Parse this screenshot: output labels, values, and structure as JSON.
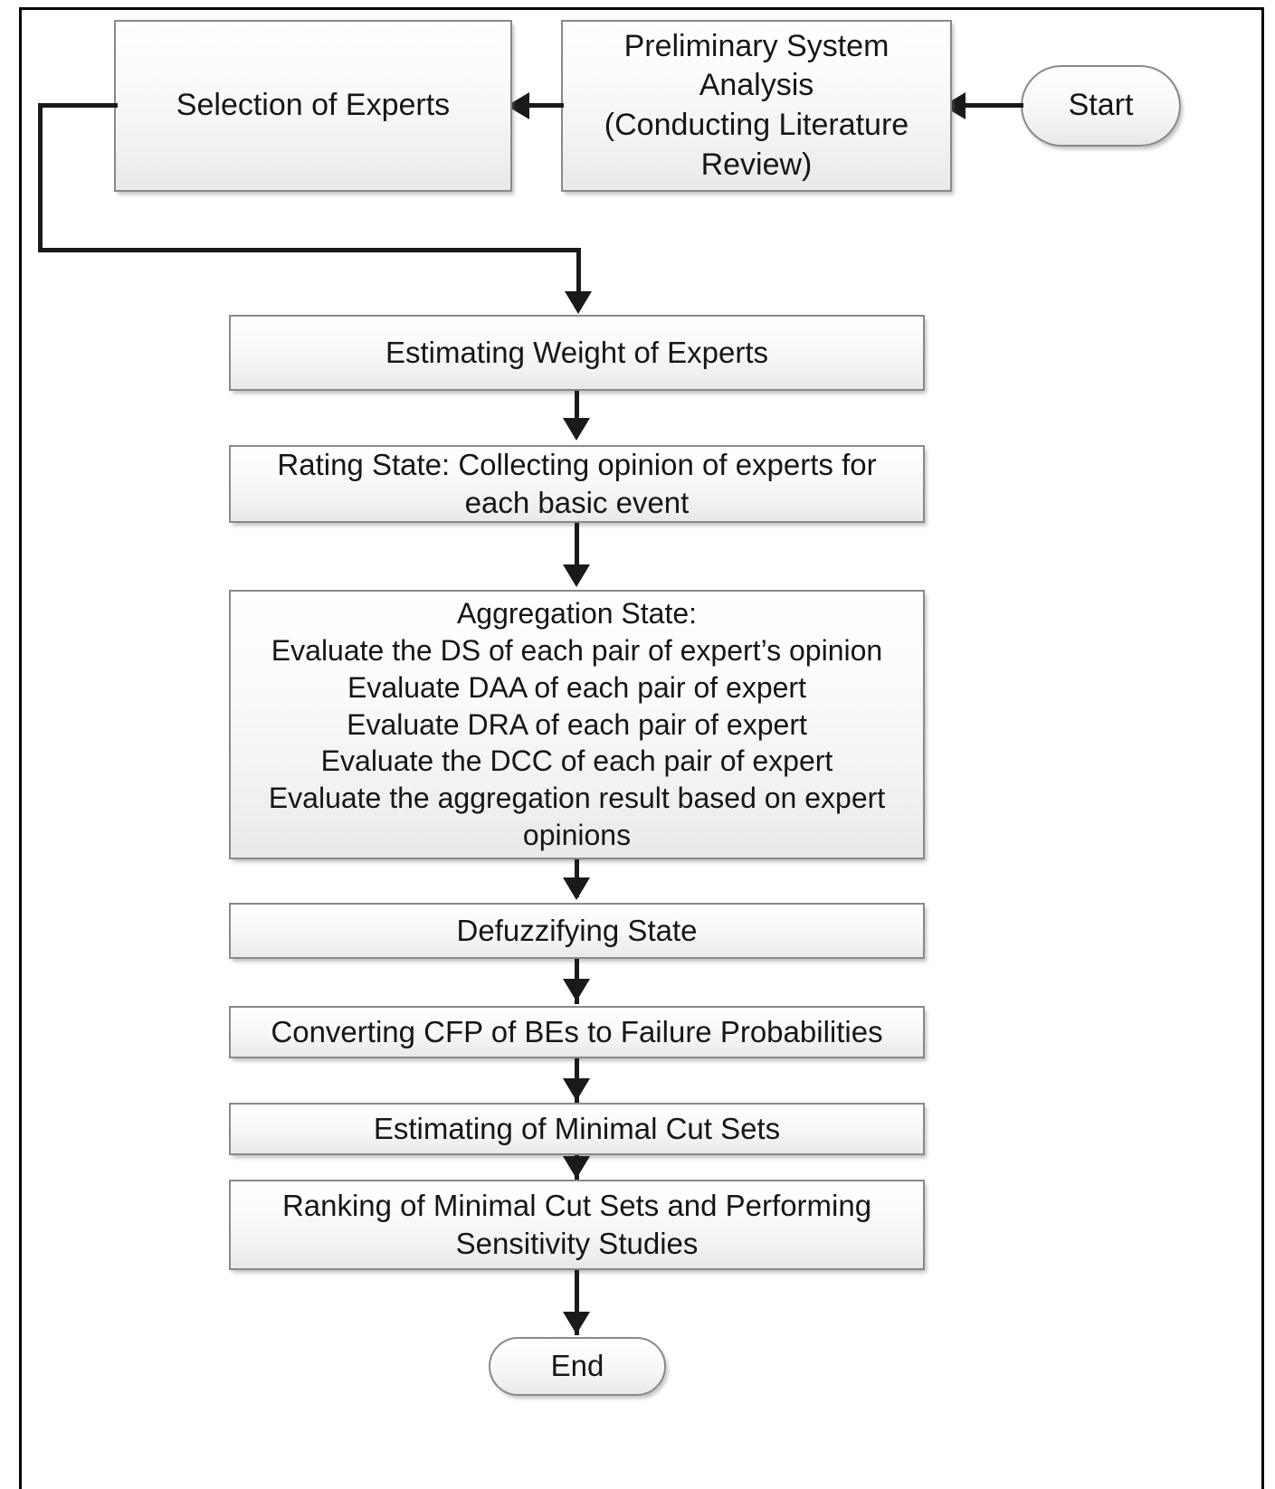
{
  "diagram": {
    "title": "Fuzzy Fault Tree Analysis Methodology Flowchart",
    "border_color": "#000000",
    "node_fill": "#f1f1f1",
    "node_border": "#898989",
    "connector_color": "#1a1a1a"
  },
  "nodes": {
    "start": {
      "label": "Start",
      "shape": "terminator"
    },
    "preliminary_analysis": {
      "label": "Preliminary System\nAnalysis\n(Conducting Literature\nReview)",
      "shape": "process"
    },
    "selection_of_experts": {
      "label": "Selection of Experts",
      "shape": "process"
    },
    "estimating_weight": {
      "label": "Estimating Weight of Experts",
      "shape": "process"
    },
    "rating_state": {
      "label": "Rating State: Collecting opinion of experts for\neach basic event",
      "shape": "process"
    },
    "aggregation_state": {
      "label": "Aggregation State:\nEvaluate the DS of each pair of expert’s opinion\nEvaluate DAA of each pair of expert\nEvaluate DRA of each pair of expert\nEvaluate the DCC of each pair of expert\nEvaluate the aggregation result based on expert\nopinions",
      "shape": "process"
    },
    "defuzzifying_state": {
      "label": "Defuzzifying State",
      "shape": "process"
    },
    "converting_cfp": {
      "label": "Converting CFP of BEs to Failure Probabilities",
      "shape": "process"
    },
    "estimating_mcs": {
      "label": "Estimating of Minimal Cut Sets",
      "shape": "process"
    },
    "ranking_mcs": {
      "label": "Ranking of Minimal Cut Sets and Performing\nSensitivity Studies",
      "shape": "process"
    },
    "end": {
      "label": "End",
      "shape": "terminator"
    }
  },
  "edges": [
    {
      "from": "start",
      "to": "preliminary_analysis",
      "direction": "left"
    },
    {
      "from": "preliminary_analysis",
      "to": "selection_of_experts",
      "direction": "left"
    },
    {
      "from": "selection_of_experts",
      "to": "estimating_weight",
      "direction": "down"
    },
    {
      "from": "estimating_weight",
      "to": "rating_state",
      "direction": "down"
    },
    {
      "from": "rating_state",
      "to": "aggregation_state",
      "direction": "down"
    },
    {
      "from": "aggregation_state",
      "to": "defuzzifying_state",
      "direction": "down"
    },
    {
      "from": "defuzzifying_state",
      "to": "converting_cfp",
      "direction": "down"
    },
    {
      "from": "converting_cfp",
      "to": "estimating_mcs",
      "direction": "down"
    },
    {
      "from": "estimating_mcs",
      "to": "ranking_mcs",
      "direction": "down"
    },
    {
      "from": "ranking_mcs",
      "to": "end",
      "direction": "down"
    }
  ]
}
